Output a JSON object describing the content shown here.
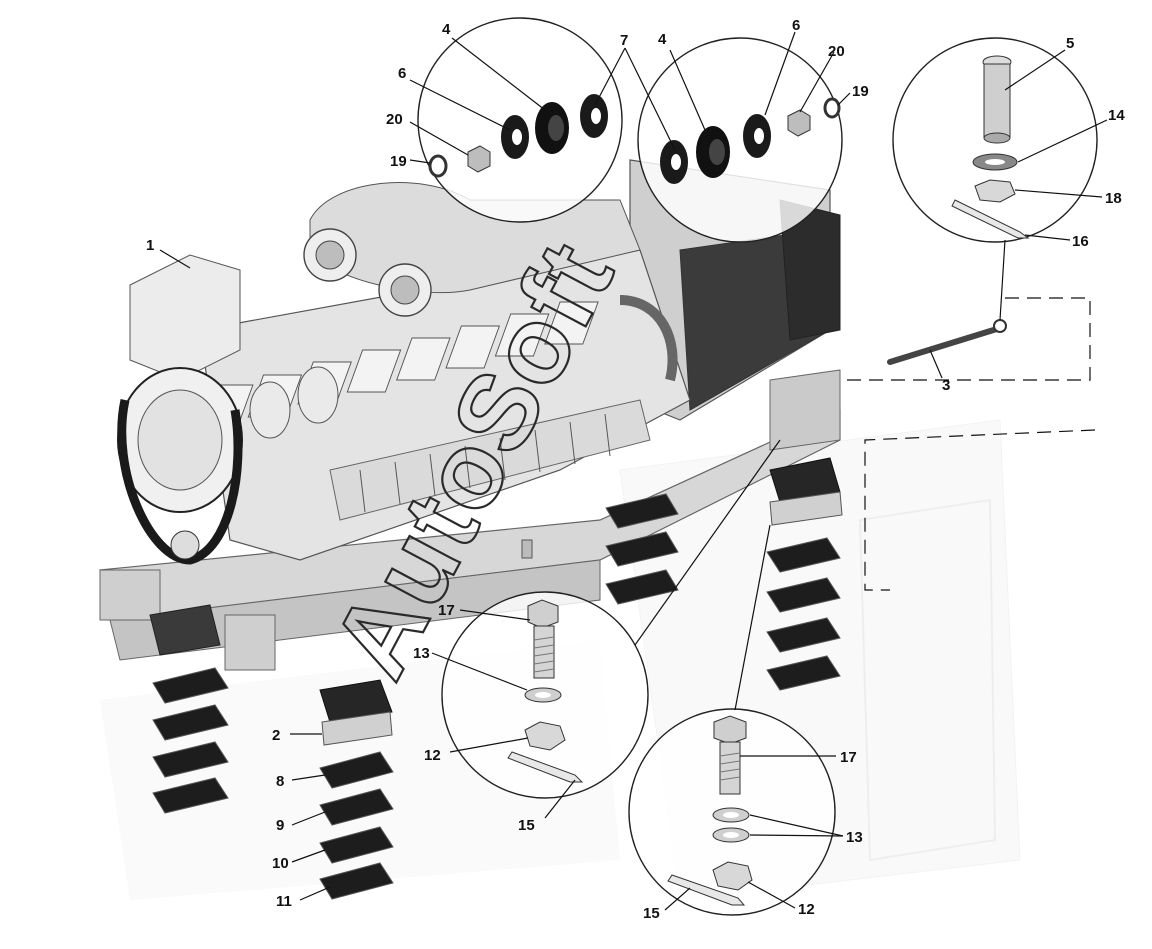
{
  "watermark": "AutoSoft",
  "callouts": {
    "c1": "1",
    "c2": "2",
    "c3": "3",
    "c4a": "4",
    "c4b": "4",
    "c5": "5",
    "c6a": "6",
    "c6b": "6",
    "c7": "7",
    "c8": "8",
    "c9": "9",
    "c10": "10",
    "c11": "11",
    "c12a": "12",
    "c12b": "12",
    "c13a": "13",
    "c13b": "13",
    "c14": "14",
    "c15a": "15",
    "c15b": "15",
    "c16": "16",
    "c17a": "17",
    "c17b": "17",
    "c18": "18",
    "c19a": "19",
    "c19b": "19",
    "c20a": "20",
    "c20b": "20"
  },
  "colors": {
    "engine_body": "#e6e6e6",
    "engine_shadow": "#b9b9b9",
    "dark_part": "#1c1c1c",
    "line": "#111111"
  }
}
